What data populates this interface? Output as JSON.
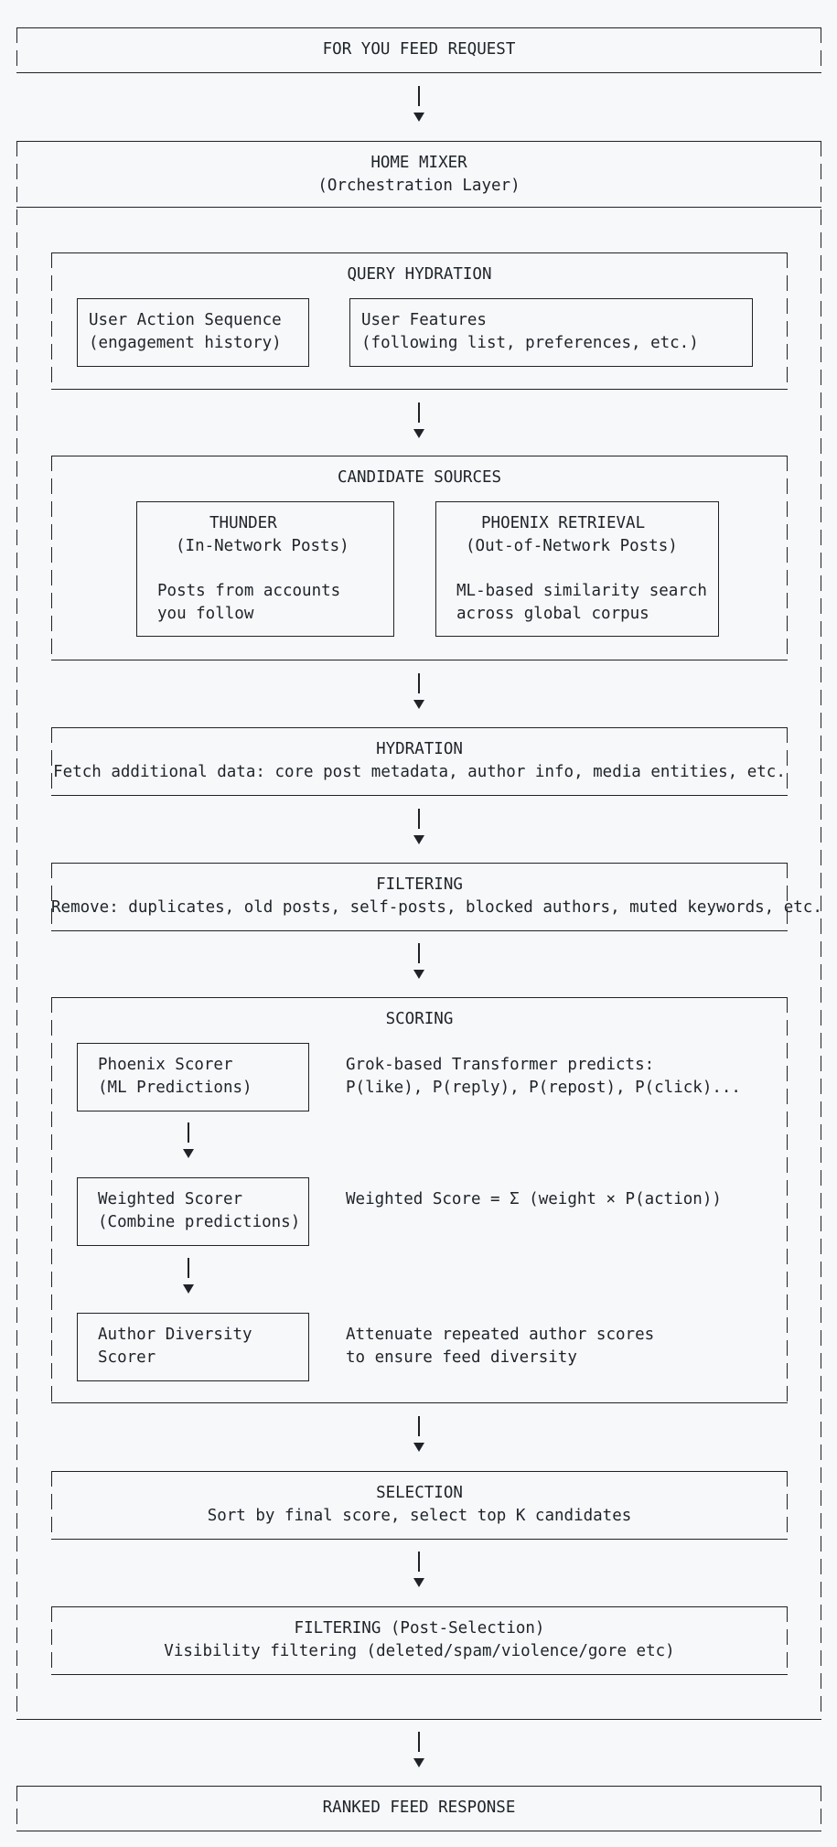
{
  "request": {
    "title": "FOR YOU FEED REQUEST"
  },
  "home_mixer": {
    "title": "HOME MIXER",
    "subtitle": "(Orchestration Layer)"
  },
  "query_hydration": {
    "title": "QUERY HYDRATION",
    "user_action": {
      "line1": "User Action Sequence",
      "line2": "(engagement history)"
    },
    "user_features": {
      "line1": "User Features",
      "line2": "(following list, preferences, etc.)"
    }
  },
  "candidate_sources": {
    "title": "CANDIDATE SOURCES",
    "thunder": {
      "title": "THUNDER",
      "subtitle": "(In-Network Posts)",
      "desc1": "Posts from accounts",
      "desc2": "you follow"
    },
    "phoenix": {
      "title": "PHOENIX RETRIEVAL",
      "subtitle": "(Out-of-Network Posts)",
      "desc1": "ML-based similarity search",
      "desc2": "across global corpus"
    }
  },
  "hydration": {
    "title": "HYDRATION",
    "desc": "Fetch additional data: core post metadata, author info, media entities, etc."
  },
  "filtering": {
    "title": "FILTERING",
    "desc": "Remove: duplicates, old posts, self-posts, blocked authors, muted keywords, etc."
  },
  "scoring": {
    "title": "SCORING",
    "phoenix_scorer": {
      "line1": "Phoenix Scorer",
      "line2": "(ML Predictions)",
      "note1": "Grok-based Transformer predicts:",
      "note2": "P(like), P(reply), P(repost), P(click)..."
    },
    "weighted_scorer": {
      "line1": "Weighted Scorer",
      "line2": "(Combine predictions)",
      "note1": "Weighted Score = Σ (weight × P(action))"
    },
    "author_diversity": {
      "line1": "Author Diversity",
      "line2": "Scorer",
      "note1": "Attenuate repeated author scores",
      "note2": "to ensure feed diversity"
    }
  },
  "selection": {
    "title": "SELECTION",
    "desc": "Sort by final score, select top K candidates"
  },
  "post_filtering": {
    "title": "FILTERING (Post-Selection)",
    "desc": "Visibility filtering (deleted/spam/violence/gore etc)"
  },
  "response": {
    "title": "RANKED FEED RESPONSE"
  }
}
